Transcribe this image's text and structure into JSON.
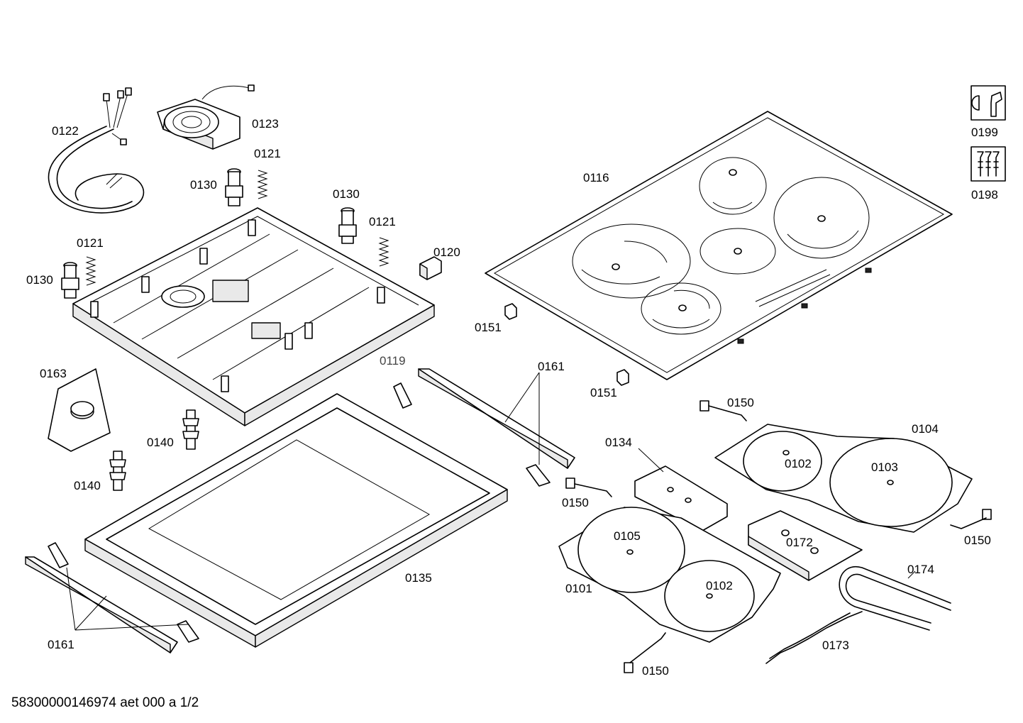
{
  "diagram_title": "",
  "footer_code": "58300000146974 aet 000 a 1/2",
  "parts": {
    "p0122": "0122",
    "p0123": "0123",
    "p0121a": "0121",
    "p0130a": "0130",
    "p0130b": "0130",
    "p0121b": "0121",
    "p0121c": "0121",
    "p0130c": "0130",
    "p0120": "0120",
    "p0116": "0116",
    "p0199": "0199",
    "p0198": "0198",
    "p0151a": "0151",
    "p0119": "0119",
    "p0161a": "0161",
    "p0163": "0163",
    "p0151b": "0151",
    "p0140a": "0140",
    "p0140b": "0140",
    "p0150a": "0150",
    "p0104": "0104",
    "p0134": "0134",
    "p0102a": "0102",
    "p0103": "0103",
    "p0150b": "0150",
    "p0105": "0105",
    "p0172": "0172",
    "p0150c": "0150",
    "p0174": "0174",
    "p0135": "0135",
    "p0101": "0101",
    "p0102b": "0102",
    "p0161b": "0161",
    "p0173": "0173",
    "p0150d": "0150"
  },
  "icons": {
    "service_kit": "wrench-icon",
    "screw_set": "screws-icon"
  }
}
